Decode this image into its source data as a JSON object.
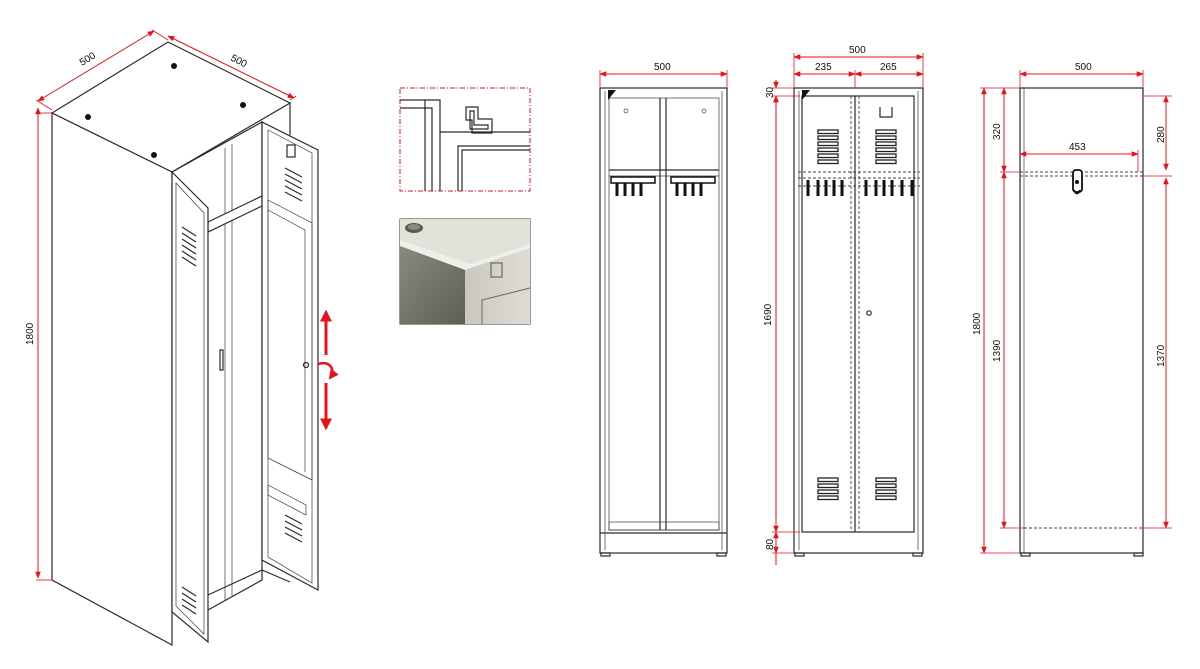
{
  "dimensions": {
    "iso_depth": "500",
    "iso_width": "500",
    "iso_height": "1800",
    "front_width": "500",
    "overall_width": "500",
    "left_door_width": "235",
    "right_door_width": "265",
    "top_gap": "30",
    "door_height": "1690",
    "base_height": "80",
    "side_width": "500",
    "shelf_width": "453",
    "side_height": "1800",
    "shelf_top_left": "320",
    "shelf_top_right": "280",
    "lower_left": "1390",
    "lower_right": "1370"
  },
  "colors": {
    "dimension_line": "#e8121b",
    "outline": "#2a2a2a",
    "photo_dark": "#6b6b60",
    "photo_light": "#d4d3cb"
  }
}
